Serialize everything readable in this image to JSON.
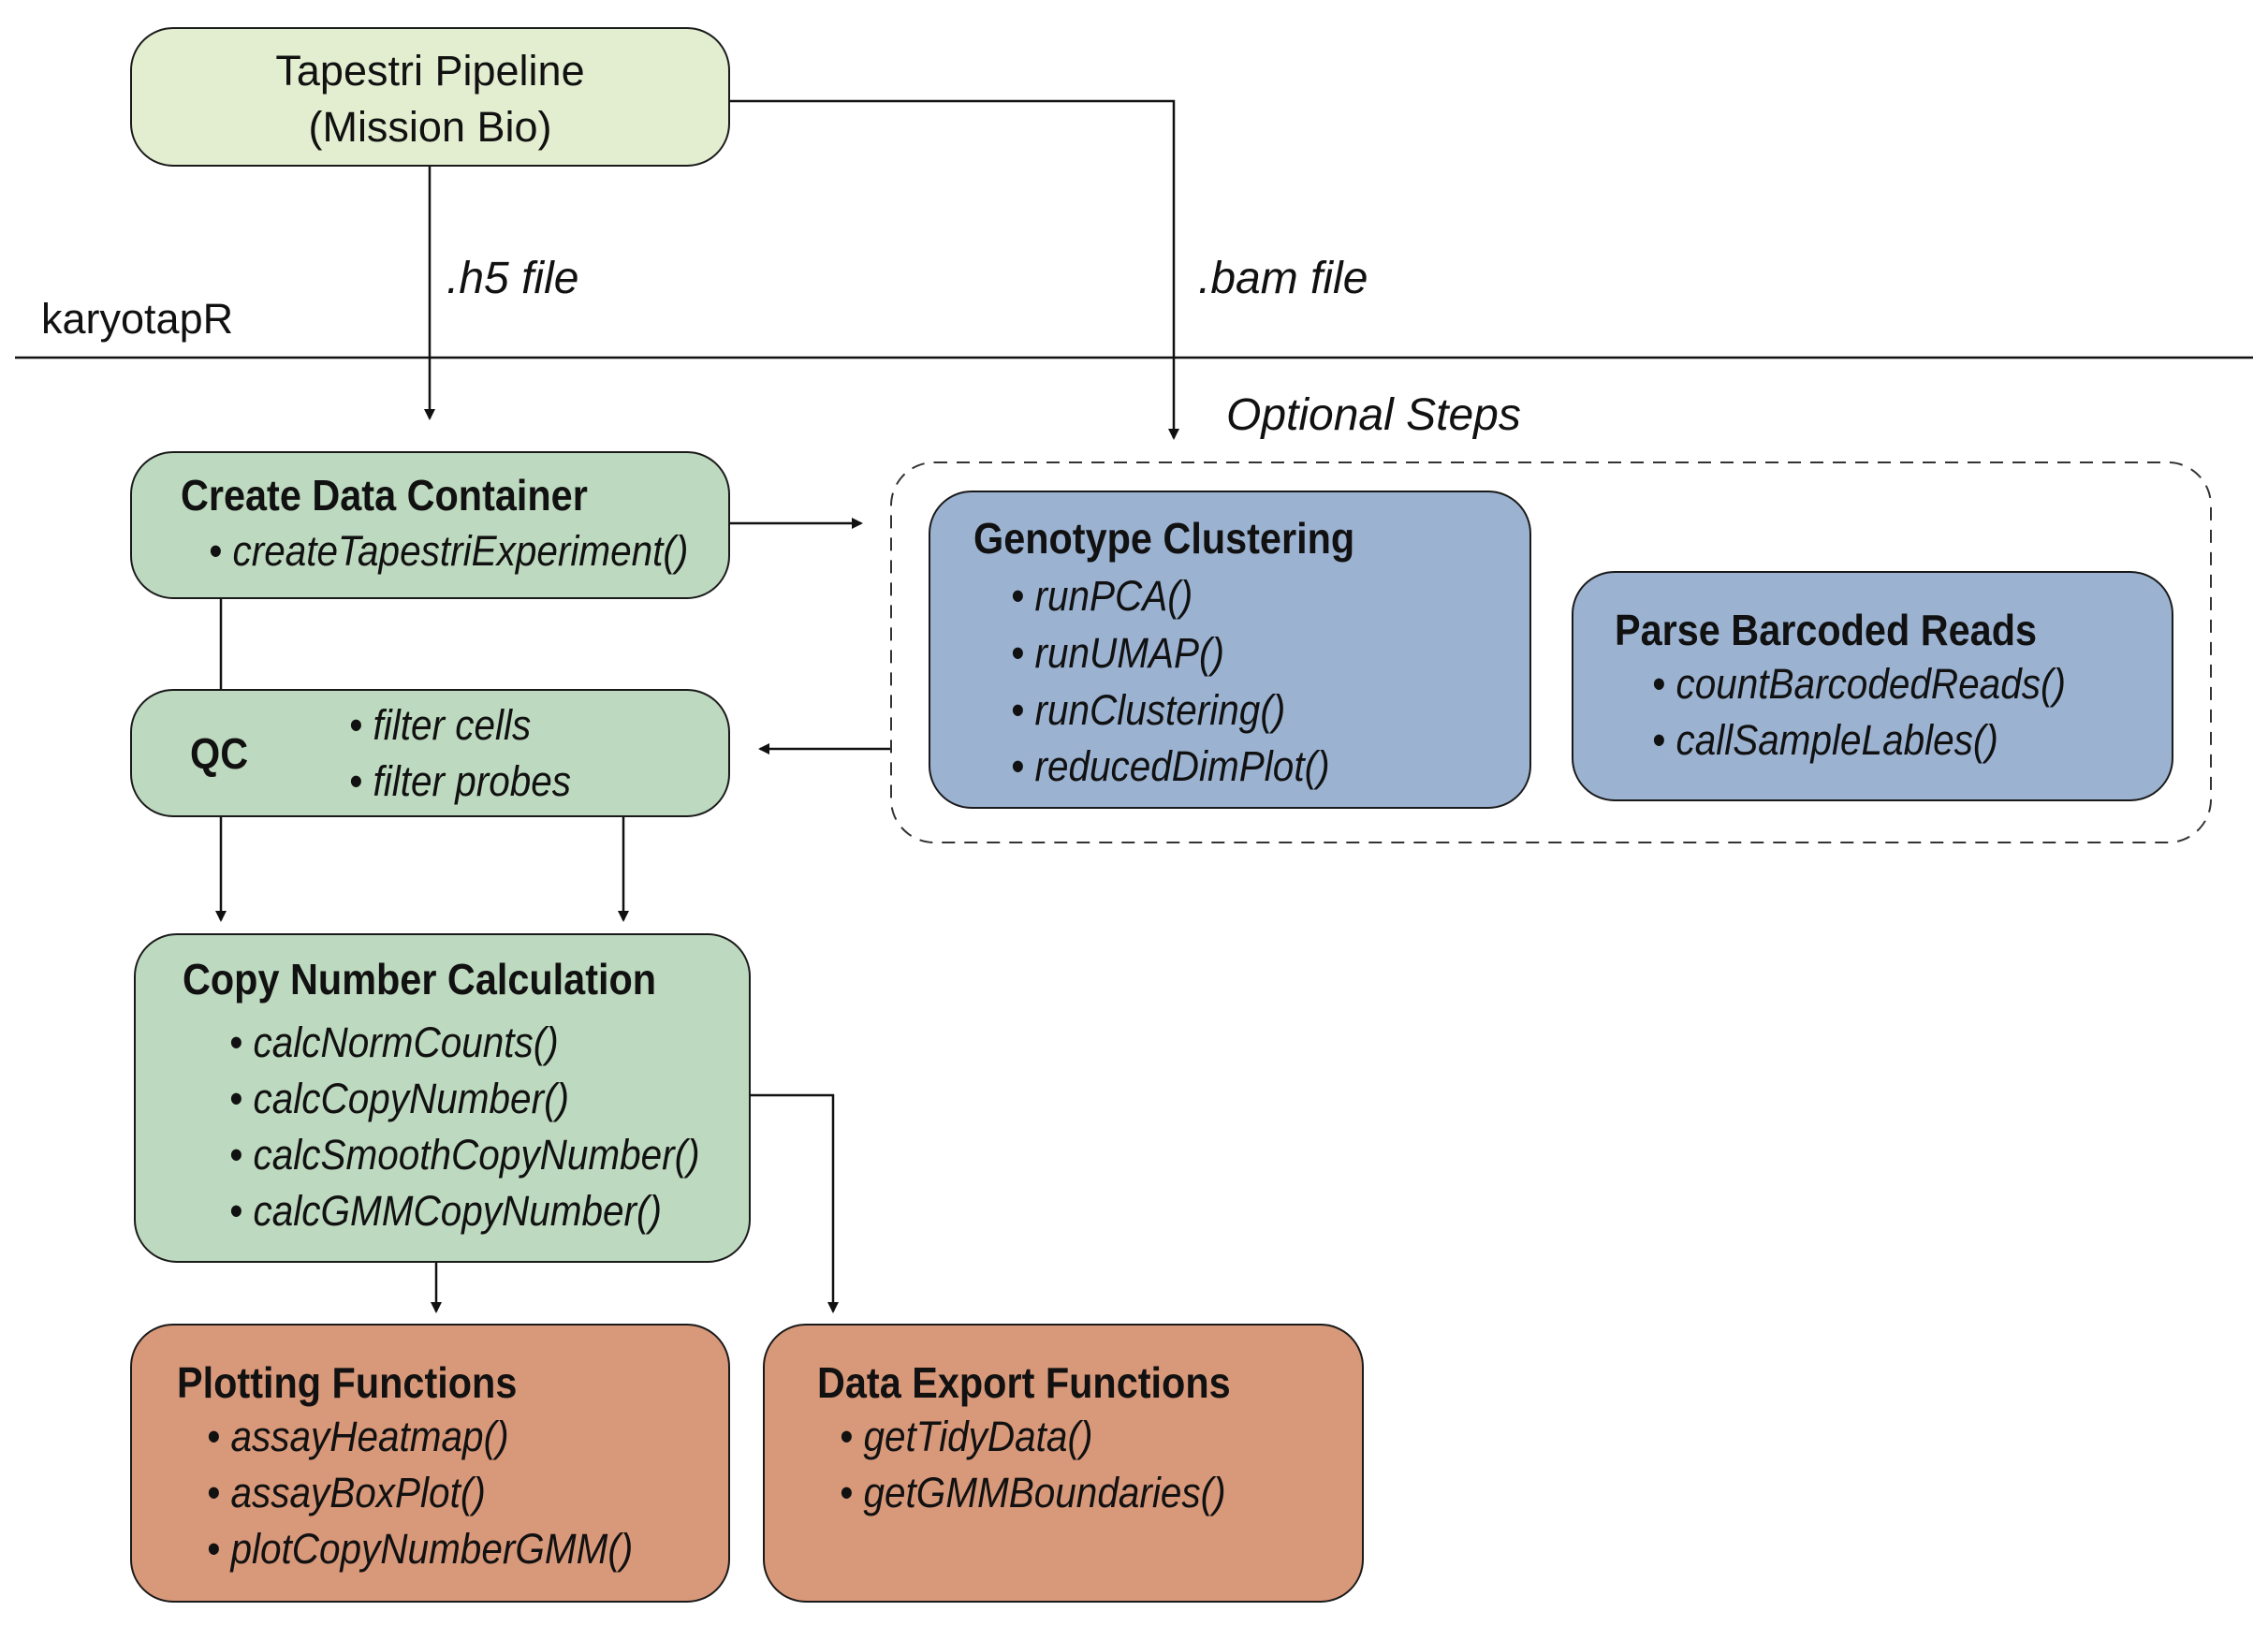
{
  "source_box": {
    "line1": "Tapestri Pipeline",
    "line2": "(Mission Bio)"
  },
  "edge_labels": {
    "h5": ".h5 file",
    "bam": ".bam file"
  },
  "package_label": "karyotapR",
  "optional_label": "Optional Steps",
  "create_container": {
    "title": "Create Data Container",
    "items": [
      "createTapestriExperiment()"
    ]
  },
  "qc": {
    "title": "QC",
    "items": [
      "filter cells",
      "filter probes"
    ]
  },
  "genotype_clustering": {
    "title": "Genotype Clustering",
    "items": [
      "runPCA()",
      "runUMAP()",
      "runClustering()",
      "reducedDimPlot()"
    ]
  },
  "parse_barcoded": {
    "title": "Parse Barcoded Reads",
    "items": [
      "countBarcodedReads()",
      "callSampleLables()"
    ]
  },
  "copy_number": {
    "title": "Copy Number Calculation",
    "items": [
      "calcNormCounts()",
      "calcCopyNumber()",
      "calcSmoothCopyNumber()",
      "calcGMMCopyNumber()"
    ]
  },
  "plotting": {
    "title": "Plotting Functions",
    "items": [
      "assayHeatmap()",
      "assayBoxPlot()",
      "plotCopyNumberGMM()"
    ]
  },
  "export": {
    "title": "Data Export Functions",
    "items": [
      "getTidyData()",
      "getGMMBoundaries()"
    ]
  },
  "bullet": "•",
  "colors": {
    "source": "#e2eecf",
    "core": "#bdd9bf",
    "optional": "#9bb2d1",
    "output": "#d8987a"
  }
}
